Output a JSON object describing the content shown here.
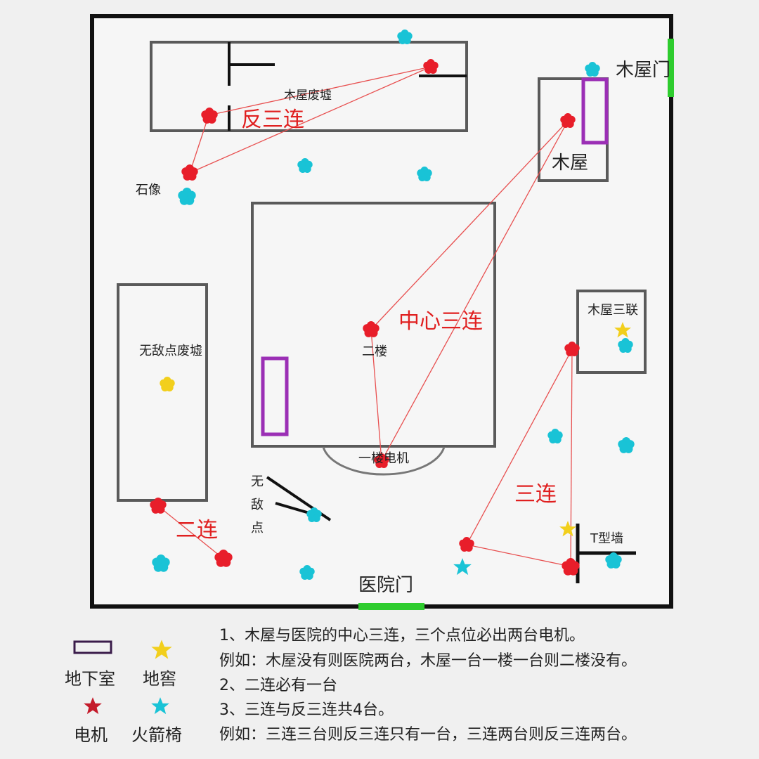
{
  "colors": {
    "wall": "#555555",
    "outer_wall": "#111111",
    "door": "#2ecc2e",
    "basement": "#9b2fb5",
    "generator": "#e81e2a",
    "chair": "#19c3d6",
    "hatch": "#f2cf1c",
    "link_line": "#e85050"
  },
  "map": {
    "labels": {
      "cabin_door": "木屋门",
      "cabin_ruins": "木屋废墟",
      "reverse_triple": "反三连",
      "statue": "石像",
      "cabin": "木屋",
      "safe_ruins": "无敌点废墟",
      "center_triple": "中心三连",
      "second_floor": "二楼",
      "cabin_triple": "木屋三联",
      "first_floor_gen": "一楼电机",
      "no_enemy_1": "无",
      "no_enemy_2": "敌",
      "no_enemy_3": "点",
      "double": "二连",
      "triple": "三连",
      "t_wall": "T型墙",
      "hospital_door": "医院门"
    }
  },
  "legend": {
    "basement": "地下室",
    "hatch": "地窖",
    "generator": "电机",
    "chair": "火箭椅"
  },
  "notes": [
    "1、木屋与医院的中心三连，三个点位必出两台电机。",
    "例如：木屋没有则医院两台，木屋一台一楼一台则二楼没有。",
    "2、二连必有一台",
    "3、三连与反三连共4台。",
    "例如：三连三台则反三连只有一台，三连两台则反三连两台。"
  ]
}
